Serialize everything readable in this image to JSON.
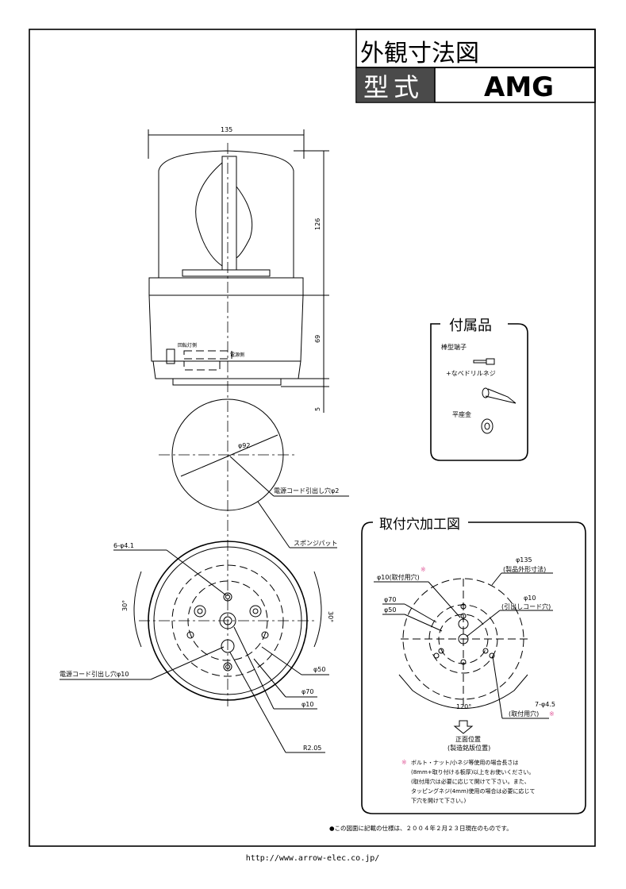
{
  "title_block": {
    "drawing_title": "外観寸法図",
    "model_label": "型式",
    "model_value": "AMG"
  },
  "side_view": {
    "width_dim": "135",
    "height_upper_dim": "126",
    "height_lower_dim": "69",
    "base_dim": "5",
    "label_rotating_side": "回転灯側",
    "label_power_side": "電源側"
  },
  "sponge_view": {
    "diameter": "φ92",
    "cord_hole": "電源コード引出し穴φ2",
    "sponge_label": "スポンジパット"
  },
  "bottom_view": {
    "holes": "6-φ4.1",
    "angle_left": "30°",
    "angle_right": "30°",
    "cord_hole": "電源コード引出し穴φ10",
    "d50": "φ50",
    "d70": "φ70",
    "d10": "φ10",
    "radius": "R2.05"
  },
  "accessories": {
    "title": "付属品",
    "items": [
      {
        "label": "棒型端子"
      },
      {
        "label": "+なべドリルネジ"
      },
      {
        "label": "平座金"
      }
    ]
  },
  "mounting": {
    "title": "取付穴加工図",
    "d135": "φ135",
    "d135_note": "(製品外形寸法)",
    "d10_mount": "φ10(取付用穴)",
    "mark": "※",
    "d70": "φ70",
    "d50": "φ50",
    "d10_cord": "φ10",
    "d10_cord_note": "(引出しコード穴)",
    "angle": "120°",
    "holes": "7-φ4.5",
    "holes_note": "(取付用穴)",
    "front_position": "正面位置",
    "front_position_note": "(製造銘版位置)",
    "notes": [
      "ボルト・ナット/小ネジ等使用の場合長さは",
      "(8mm+取り付ける板厚)以上をお使いください。",
      "(取付用穴は必要に応じて開けて下さい。また、",
      "タッピングネジ(4mm)使用の場合は必要に応じて",
      "下穴を開けて下さい。)"
    ]
  },
  "footer_note": "●この図面に記載の仕様は、２００４年２月２３日現在のものです。",
  "url": "http://www.arrow-elec.co.jp/",
  "colors": {
    "model_cell": "#4a4a4a",
    "mark": "#e05a9a"
  }
}
